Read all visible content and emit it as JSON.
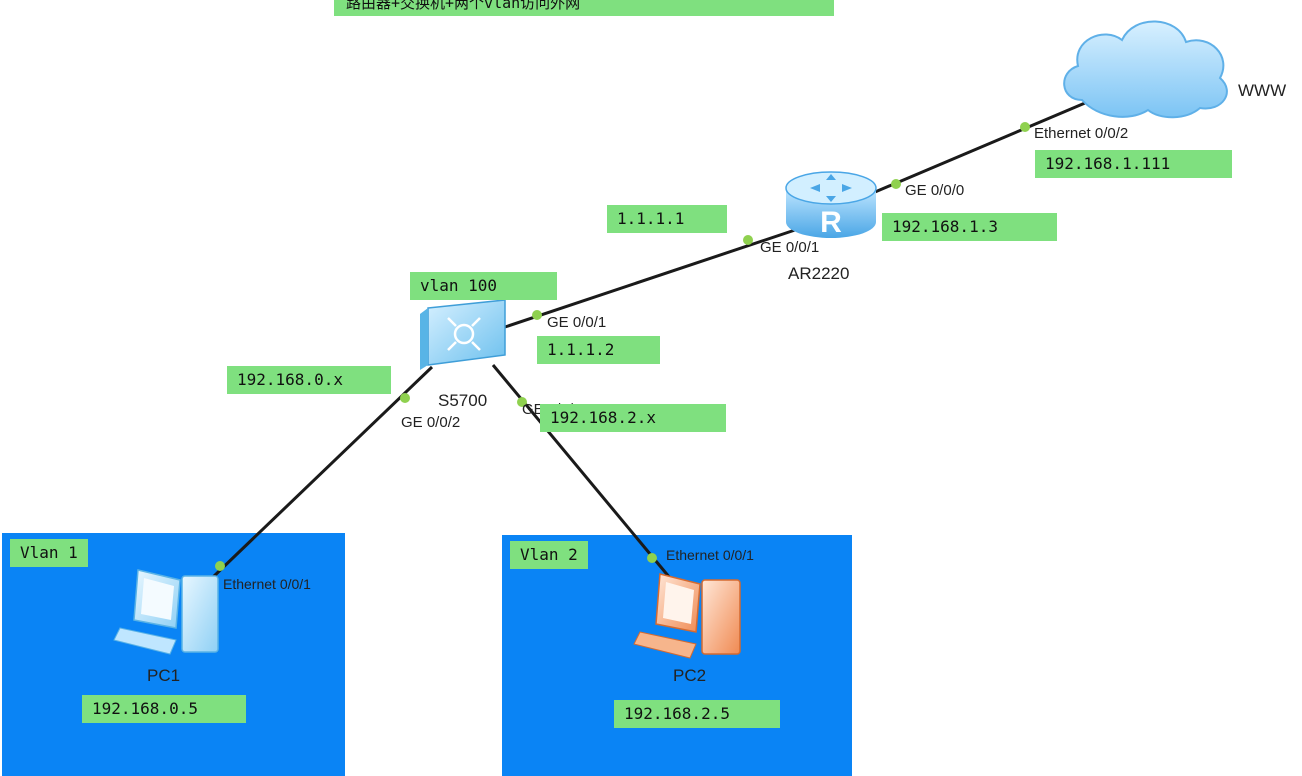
{
  "title": "路由器+交换机+两个vlan访问外网",
  "devices": {
    "cloud": "WWW",
    "router": "AR2220",
    "switch": "S5700",
    "pc1": "PC1",
    "pc2": "PC2"
  },
  "interfaces": {
    "cloud_eth": "Ethernet 0/0/2",
    "router_ge0": "GE 0/0/0",
    "router_ge1": "GE 0/0/1",
    "switch_ge1": "GE 0/0/1",
    "switch_ge2": "GE 0/0/2",
    "switch_ge3": "GE 0/0/3",
    "pc1_eth": "Ethernet 0/0/1",
    "pc2_eth": "Ethernet 0/0/1"
  },
  "notes": {
    "cloud_ip": "192.168.1.111",
    "router_wan_ip": "192.168.1.3",
    "router_lan_ip": "1.1.1.1",
    "switch_vlan": "vlan 100",
    "switch_uplink_ip": "1.1.1.2",
    "vlan1_subnet": "192.168.0.x",
    "vlan2_subnet": "192.168.2.x",
    "pc1_ip": "192.168.0.5",
    "pc2_ip": "192.168.2.5"
  },
  "zones": {
    "vlan1": "Vlan 1",
    "vlan2": "Vlan 2"
  },
  "colors": {
    "note_bg": "#7fe07f",
    "zone_bg": "#0a84f5",
    "port_dot": "#8fd14f",
    "link": "#1a1a1a"
  }
}
